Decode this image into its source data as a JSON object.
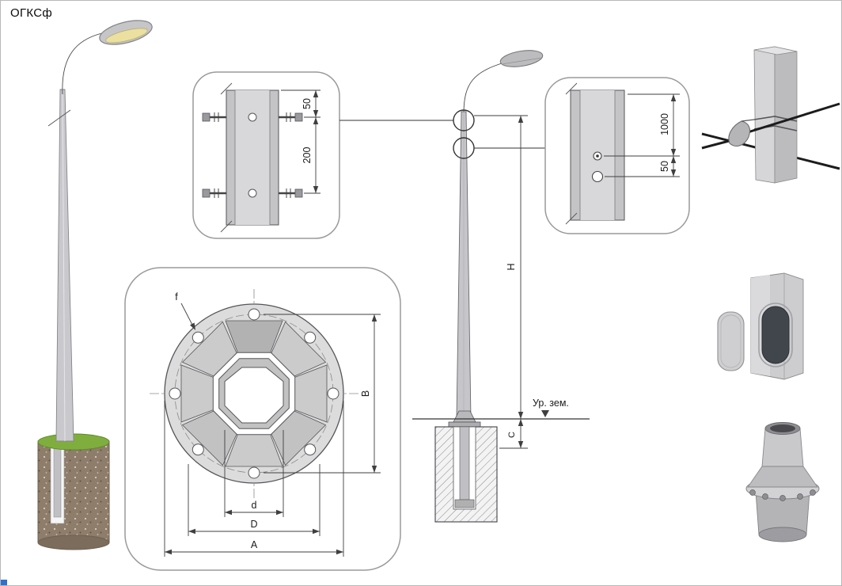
{
  "title": "ОГКСф",
  "detail_bolts": {
    "dim_50": "50",
    "dim_200": "200"
  },
  "flange": {
    "f_label": "f",
    "d_label": "d",
    "D_label": "D",
    "A_label": "A",
    "B_label": "B"
  },
  "elevation": {
    "H_label": "H",
    "C_label": "C",
    "ground": "Ур. зем."
  },
  "detail_cable": {
    "dim_1000": "1000",
    "dim_50": "50"
  },
  "colors": {
    "outline": "#3f3f3f",
    "callout_frame": "#9a9a9a",
    "plate_fill": "#dcdcdc",
    "segment_fill": "#cbcbcb",
    "pole_fill": "#c6c6ca",
    "grass_green": "#7fae3e",
    "soil_brown": "#8f7d6b",
    "lamp_glow": "#ece0a0",
    "cable_black": "#1c1c1c",
    "corner_accent": "#2f6fd0"
  }
}
